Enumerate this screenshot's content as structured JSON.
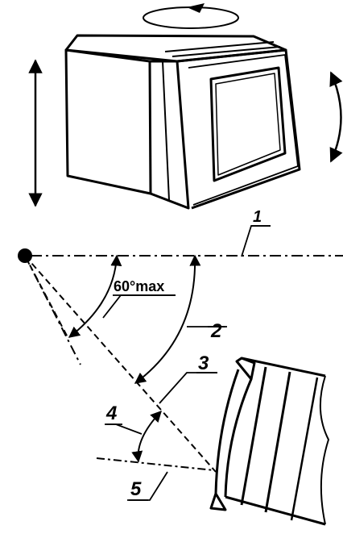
{
  "labels": {
    "angle_limit": "60°max",
    "callout_1": "1",
    "callout_2": "2",
    "callout_3": "3",
    "callout_4": "4",
    "callout_5": "5"
  },
  "icons": {
    "rotation_horizontal": "circular-arrow-icon",
    "rotation_vertical": "curved-double-arrow-icon",
    "height_adjust": "vertical-double-arrow-icon"
  },
  "colors": {
    "ink": "#000000",
    "background": "#ffffff"
  }
}
